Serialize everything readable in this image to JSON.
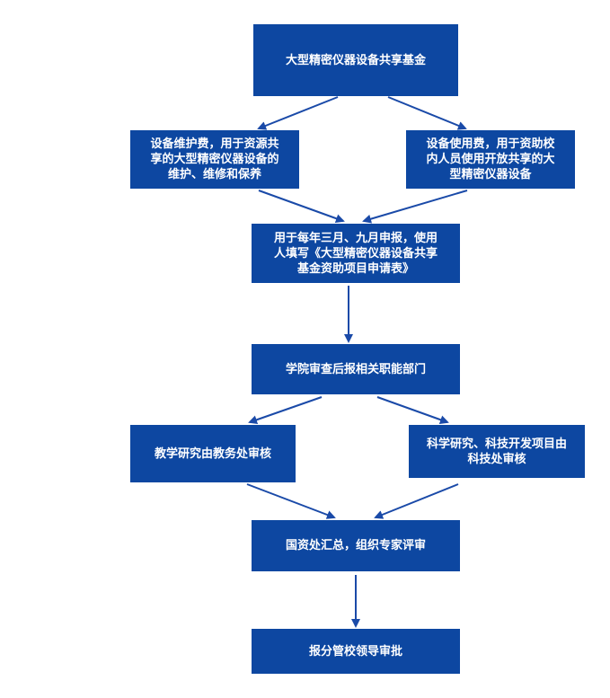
{
  "flowchart": {
    "accent_color": "#0d47a1",
    "arrow_color": "#1a4aa8",
    "nodes": {
      "fund": "大型精密仪器设备共享基金",
      "maintenance_fee": "设备维护费，用于资源共\n享的大型精密仪器设备的\n维护、维修和保养",
      "usage_fee": "设备使用费，用于资助校\n内人员使用开放共享的大\n型精密仪器设备",
      "application": "用于每年三月、九月申报，使用\n人填写《大型精密仪器设备共享\n基金资助项目申请表》",
      "college_review": "学院审查后报相关职能部门",
      "teaching_review": "教学研究由教务处审核",
      "research_review": "科学研究、科技开发项目由\n科技处审核",
      "asset_office": "国资处汇总，组织专家评审",
      "approval": "报分管校领导审批"
    }
  }
}
